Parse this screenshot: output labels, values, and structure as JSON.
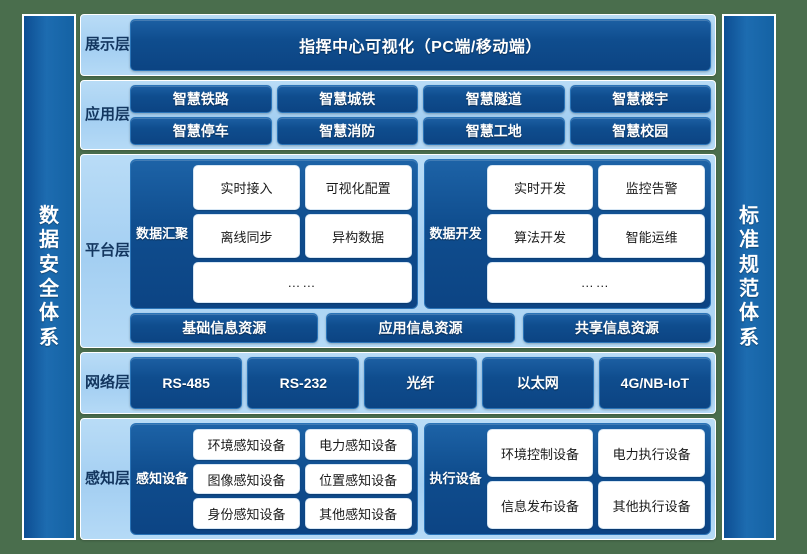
{
  "colors": {
    "background": "#4a6e4d",
    "dark_blue": "#0f4d8e",
    "light_blue": "#a4cff2",
    "white": "#ffffff"
  },
  "left_pillar": {
    "label": "数据安全体系",
    "chars": [
      "数",
      "据",
      "安",
      "全",
      "体",
      "系"
    ]
  },
  "right_pillar": {
    "label": "标准规范体系",
    "chars": [
      "标",
      "准",
      "规",
      "范",
      "体",
      "系"
    ]
  },
  "layers": {
    "display": {
      "label": "展示层",
      "label_chars": [
        "展",
        "示",
        "层"
      ],
      "banner": "指挥中心可视化（PC端/移动端）"
    },
    "application": {
      "label": "应用层",
      "label_chars": [
        "应",
        "用",
        "层"
      ],
      "row1": [
        "智慧铁路",
        "智慧城铁",
        "智慧隧道",
        "智慧楼宇"
      ],
      "row2": [
        "智慧停车",
        "智慧消防",
        "智慧工地",
        "智慧校园"
      ]
    },
    "platform": {
      "label": "平台层",
      "label_chars": [
        "平",
        "台",
        "层"
      ],
      "groups": [
        {
          "label": "数据汇聚",
          "label_chars": [
            "数",
            "据",
            "汇",
            "聚"
          ],
          "row1": [
            "实时接入",
            "可视化配置"
          ],
          "row2": [
            "离线同步",
            "异构数据"
          ],
          "row3": "……"
        },
        {
          "label": "数据开发",
          "label_chars": [
            "数",
            "据",
            "开",
            "发"
          ],
          "row1": [
            "实时开发",
            "监控告警"
          ],
          "row2": [
            "算法开发",
            "智能运维"
          ],
          "row3": "……"
        }
      ],
      "resources": [
        "基础信息资源",
        "应用信息资源",
        "共享信息资源"
      ]
    },
    "network": {
      "label": "网络层",
      "label_chars": [
        "网",
        "络",
        "层"
      ],
      "items": [
        "RS-485",
        "RS-232",
        "光纤",
        "以太网",
        "4G/NB-IoT"
      ]
    },
    "perception": {
      "label": "感知层",
      "label_chars": [
        "感",
        "知",
        "层"
      ],
      "groups": [
        {
          "label": "感知设备",
          "label_chars": [
            "感",
            "知",
            "设",
            "备"
          ],
          "row1": [
            "环境感知设备",
            "电力感知设备"
          ],
          "row2": [
            "图像感知设备",
            "位置感知设备"
          ],
          "row3": [
            "身份感知设备",
            "其他感知设备"
          ]
        },
        {
          "label": "执行设备",
          "label_chars": [
            "执",
            "行",
            "设",
            "备"
          ],
          "row1": [
            "环境控制设备",
            "电力执行设备"
          ],
          "row2": [
            "信息发布设备",
            "其他执行设备"
          ]
        }
      ]
    }
  }
}
